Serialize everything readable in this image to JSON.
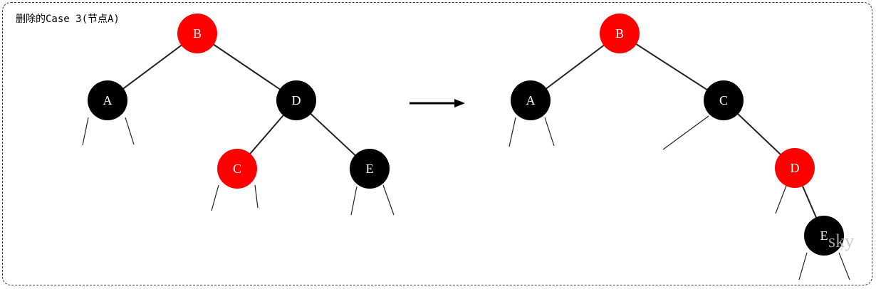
{
  "caption": "删除的Case 3(节点A)",
  "watermark": "sky",
  "colors": {
    "red": "#ff0000",
    "black": "#000000",
    "edge": "#222222",
    "arrow": "#000000"
  },
  "before_tree": {
    "nodes": [
      {
        "id": "B",
        "label": "B",
        "color": "red"
      },
      {
        "id": "A",
        "label": "A",
        "color": "black"
      },
      {
        "id": "D",
        "label": "D",
        "color": "black"
      },
      {
        "id": "C",
        "label": "C",
        "color": "red"
      },
      {
        "id": "E",
        "label": "E",
        "color": "black"
      }
    ],
    "edges": [
      [
        "B",
        "A"
      ],
      [
        "B",
        "D"
      ],
      [
        "D",
        "C"
      ],
      [
        "D",
        "E"
      ]
    ]
  },
  "after_tree": {
    "nodes": [
      {
        "id": "B",
        "label": "B",
        "color": "red"
      },
      {
        "id": "A",
        "label": "A",
        "color": "black"
      },
      {
        "id": "C",
        "label": "C",
        "color": "black"
      },
      {
        "id": "D",
        "label": "D",
        "color": "red"
      },
      {
        "id": "E",
        "label": "E",
        "color": "black"
      }
    ],
    "edges": [
      [
        "B",
        "A"
      ],
      [
        "B",
        "C"
      ],
      [
        "C",
        "D"
      ],
      [
        "D",
        "E"
      ]
    ]
  }
}
